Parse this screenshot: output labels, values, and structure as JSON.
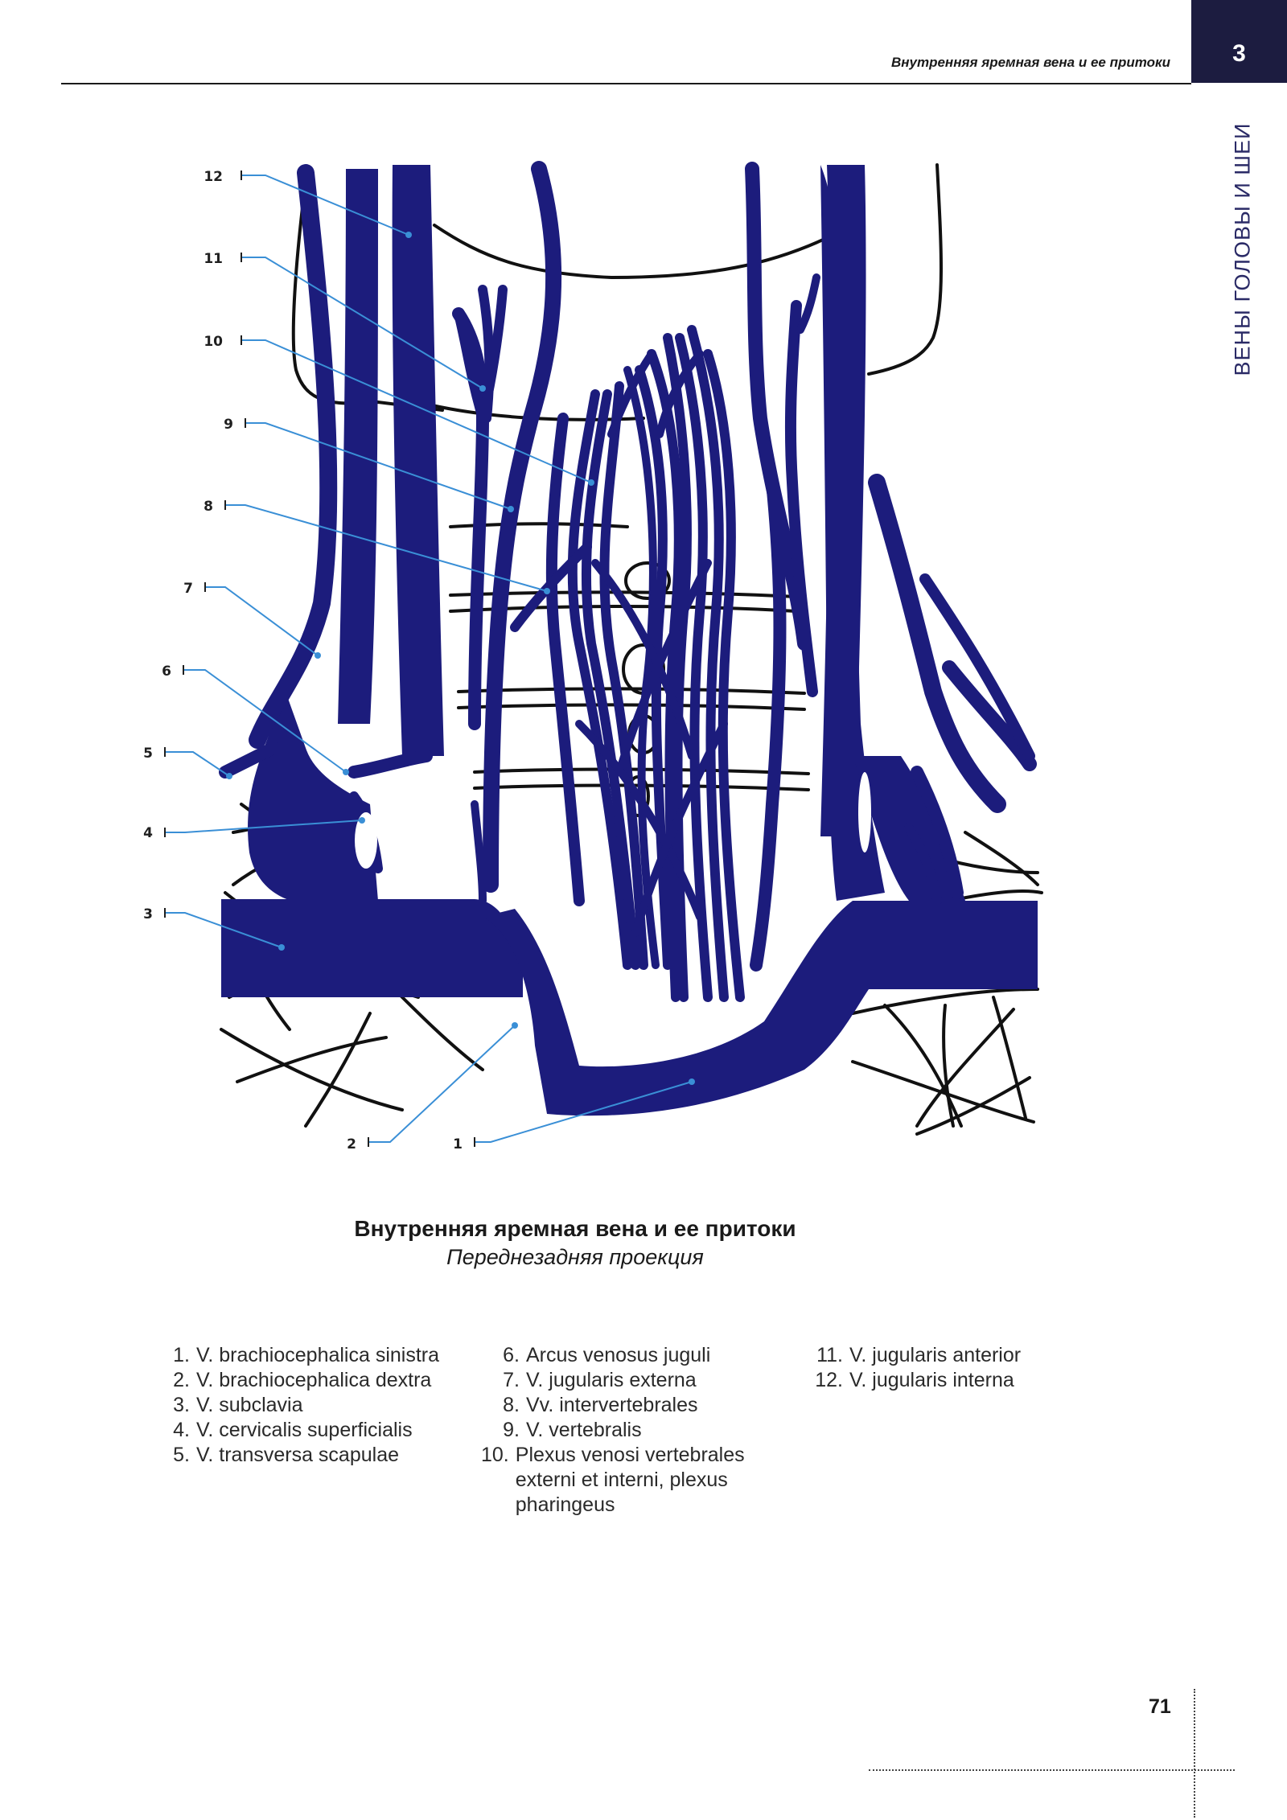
{
  "header": {
    "title": "Внутренняя яремная вена и ее притоки",
    "chapter_number": "3",
    "side_title": "ВЕНЫ ГОЛОВЫ И ШЕИ"
  },
  "figure": {
    "callouts": [
      "1",
      "2",
      "3",
      "4",
      "5",
      "6",
      "7",
      "8",
      "9",
      "10",
      "11",
      "12"
    ],
    "caption_title": "Внутренняя яремная вена и ее притоки",
    "caption_subtitle": "Переднезадняя проекция"
  },
  "legend": {
    "col1": [
      {
        "num": "1.",
        "text": "V. brachiocephalica sinistra"
      },
      {
        "num": "2.",
        "text": "V. brachiocephalica dextra"
      },
      {
        "num": "3.",
        "text": "V. subclavia"
      },
      {
        "num": "4.",
        "text": "V. cervicalis superficialis"
      },
      {
        "num": "5.",
        "text": "V. transversa scapulae"
      }
    ],
    "col2": [
      {
        "num": "6.",
        "text": "Arcus venosus juguli"
      },
      {
        "num": "7.",
        "text": "V. jugularis externa"
      },
      {
        "num": "8.",
        "text": "Vv. intervertebrales"
      },
      {
        "num": "9.",
        "text": "V. vertebralis"
      },
      {
        "num": "10.",
        "text": "Plexus venosi vertebrales externi et interni, plexus pharingeus"
      }
    ],
    "col3": [
      {
        "num": "11.",
        "text": "V. jugularis anterior"
      },
      {
        "num": "12.",
        "text": "V. jugularis interna"
      }
    ]
  },
  "footer": {
    "page_number": "71"
  },
  "colors": {
    "vein": "#1c1c7c",
    "leader": "#3a8fd6",
    "chapter_box": "#1c1c40",
    "outline": "#111111"
  }
}
